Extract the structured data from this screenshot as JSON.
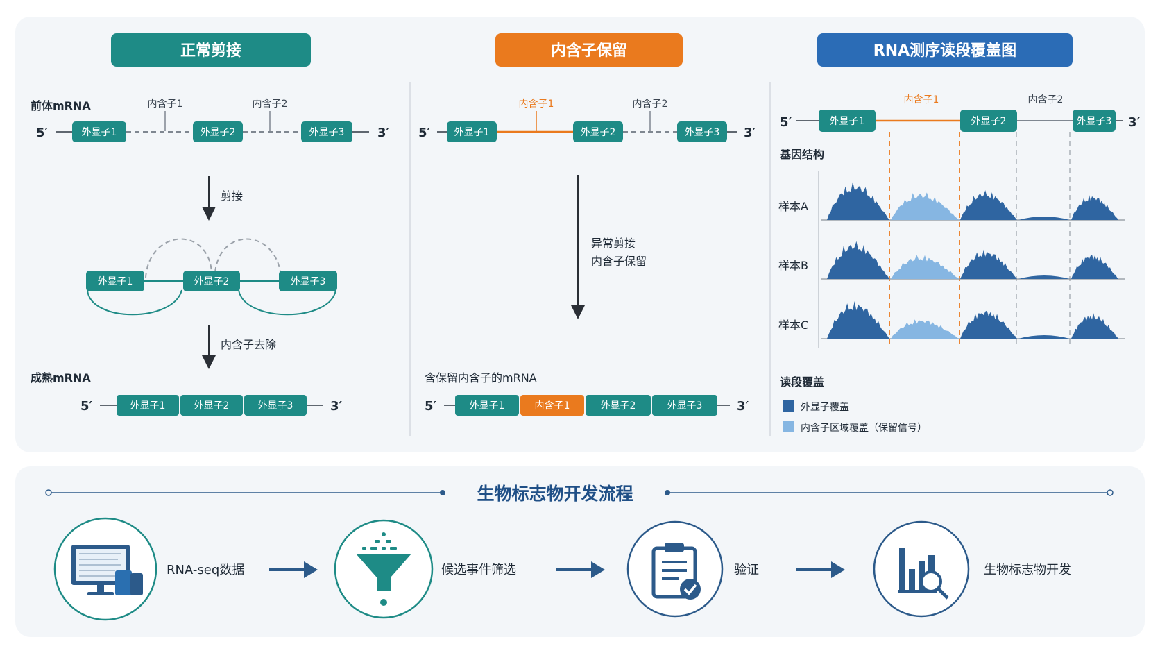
{
  "colors": {
    "teal": "#1e8b86",
    "teal_dark": "#17706c",
    "orange": "#ea7a1e",
    "blue_header": "#2b6cb6",
    "navy": "#214d7c",
    "exon_cov": "#2f65a1",
    "intron_cov": "#86b6e2",
    "line_gray": "#7f8791"
  },
  "normal_splicing": {
    "header": "正常剪接",
    "pre_mrna_label": "前体mRNA",
    "intron1": "内含子1",
    "intron2": "内含子2",
    "five_prime": "5′",
    "three_prime": "3′",
    "exon1": "外显子1",
    "exon2": "外显子2",
    "exon3": "外显子3",
    "step1": "剪接",
    "step2": "内含子去除",
    "mature_label": "成熟mRNA"
  },
  "intron_retention": {
    "header": "内含子保留",
    "intron1": "内含子1",
    "intron2": "内含子2",
    "five_prime": "5′",
    "three_prime": "3′",
    "exon1": "外显子1",
    "exon2": "外显子2",
    "exon3": "外显子3",
    "arrow_line1": "异常剪接",
    "arrow_line2": "内含子保留",
    "retained_label": "含保留内含子的mRNA",
    "retained_intron_block": "内含子1"
  },
  "coverage": {
    "header": "RNA测序读段覆盖图",
    "intron1": "内含子1",
    "intron2": "内含子2",
    "five_prime": "5′",
    "three_prime": "3′",
    "exon1": "外显子1",
    "exon2": "外显子2",
    "exon3": "外显子3",
    "gene_structure_label": "基因结构",
    "samples": [
      "样本A",
      "样本B",
      "样本C"
    ],
    "legend_title": "读段覆盖",
    "legend_exon": "外显子覆盖",
    "legend_intron": "内含子区域覆盖（保留信号）"
  },
  "workflow": {
    "title": "生物标志物开发流程",
    "steps": [
      {
        "label": "RNA-seq数据",
        "icon": "computer-data-icon"
      },
      {
        "label": "候选事件筛选",
        "icon": "funnel-icon"
      },
      {
        "label": "验证",
        "icon": "clipboard-check-icon"
      },
      {
        "label": "生物标志物开发",
        "icon": "bar-chart-magnifier-icon"
      }
    ]
  }
}
